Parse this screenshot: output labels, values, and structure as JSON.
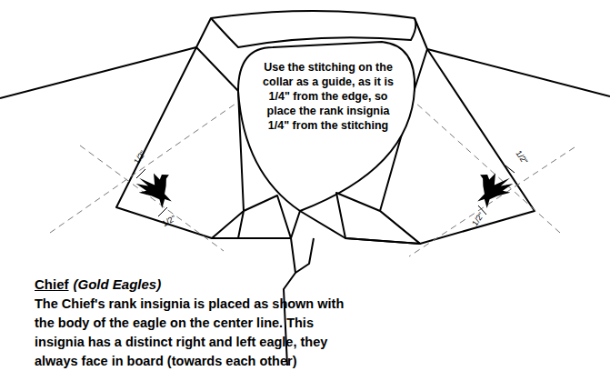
{
  "diagram": {
    "labels": [
      "Use the stitching on the collar as a guide, as it is 1/4\" from the edge, so place the rank insignia 1/4\" from the stitching",
      "1/2\"",
      "1/2\"",
      "1/2\"",
      "1/2\"",
      "Chief",
      "(Gold Eagles)",
      "The Chief's rank insignia is placed as shown with the body of the eagle on the center line. This insignia has a distinct right and left eagle, they always face in board (towards each other)"
    ]
  }
}
